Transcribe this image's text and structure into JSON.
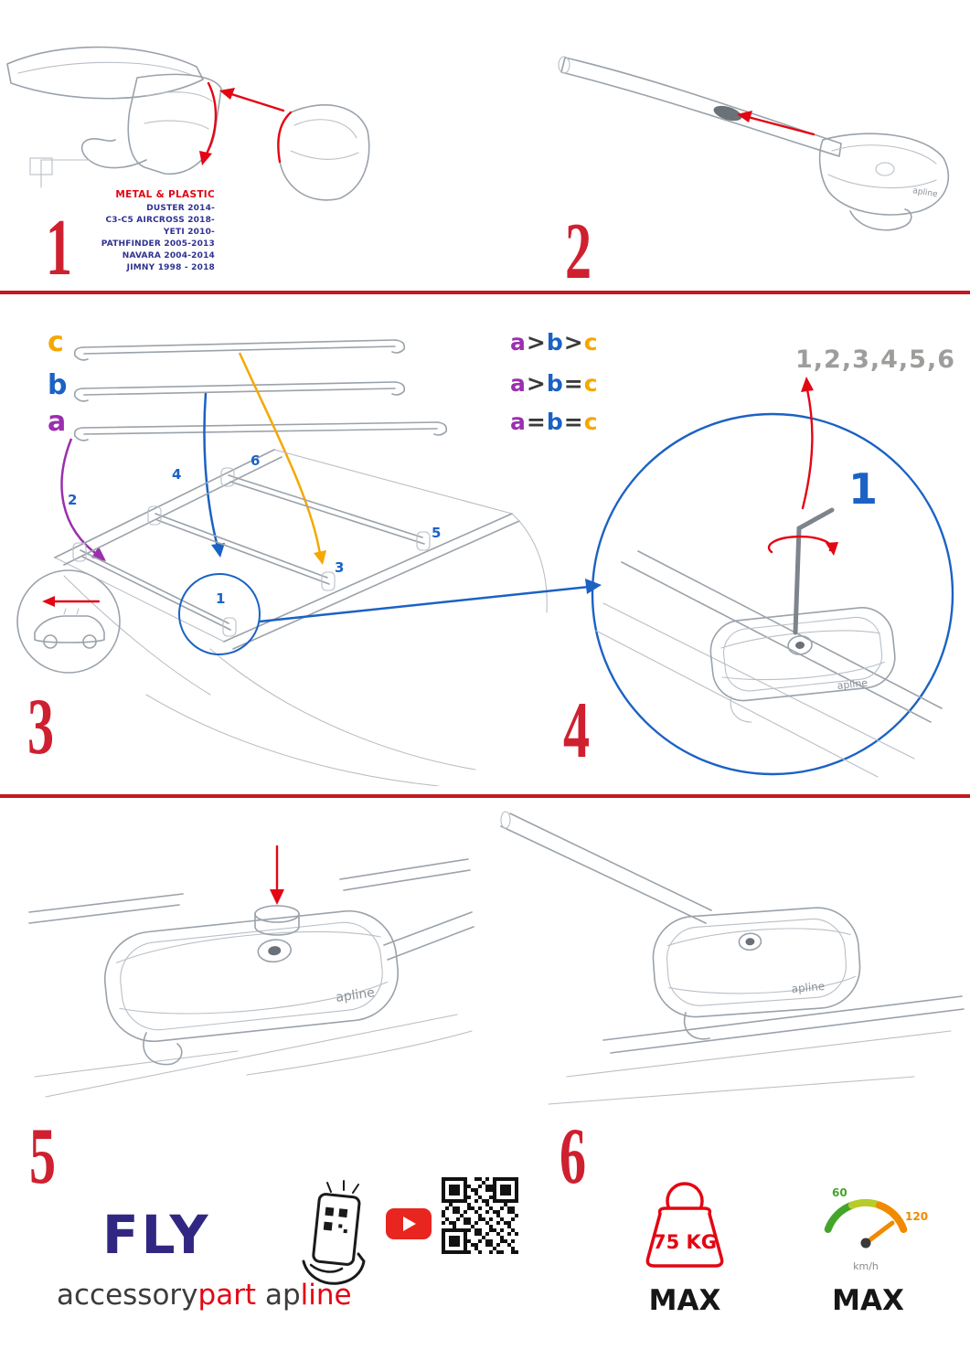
{
  "colors": {
    "accent_red": "#e30613",
    "step_red": "#cf2030",
    "blue": "#1b62c4",
    "purple": "#9b2fae",
    "orange": "#f5a800",
    "navy": "#2e3192",
    "brand_navy": "#312783",
    "gray": "#9d9d9c"
  },
  "product": {
    "logo": "apline"
  },
  "steps": {
    "s1": {
      "num": "1",
      "material": "METAL & PLASTIC",
      "models": [
        "DUSTER 2014-",
        "C3-C5 AIRCROSS 2018-",
        "YETI 2010-",
        "PATHFINDER 2005-2013",
        "NAVARA 2004-2014",
        "JIMNY 1998 - 2018"
      ]
    },
    "s2": {
      "num": "2"
    },
    "s3": {
      "num": "3",
      "bar_labels": {
        "c": "c",
        "b": "b",
        "a": "a"
      },
      "formulas": [
        [
          "a",
          ">",
          "b",
          ">",
          "c"
        ],
        [
          "a",
          ">",
          "b",
          "=",
          "c"
        ],
        [
          "a",
          "=",
          "b",
          "=",
          "c"
        ]
      ],
      "positions": [
        "1",
        "2",
        "3",
        "4",
        "5",
        "6"
      ]
    },
    "s4": {
      "num": "4",
      "sequence": "1,2,3,4,5,6",
      "highlight": "1"
    },
    "s5": {
      "num": "5"
    },
    "s6": {
      "num": "6"
    }
  },
  "footer": {
    "brand": "FLY",
    "wordmark": {
      "part1": "accessory",
      "part2": "part",
      "part3": "ap",
      "part4": "line"
    },
    "weight": {
      "value": "75 KG",
      "max": "MAX"
    },
    "speed": {
      "low": "60",
      "high": "120",
      "unit": "km/h",
      "max": "MAX"
    }
  }
}
